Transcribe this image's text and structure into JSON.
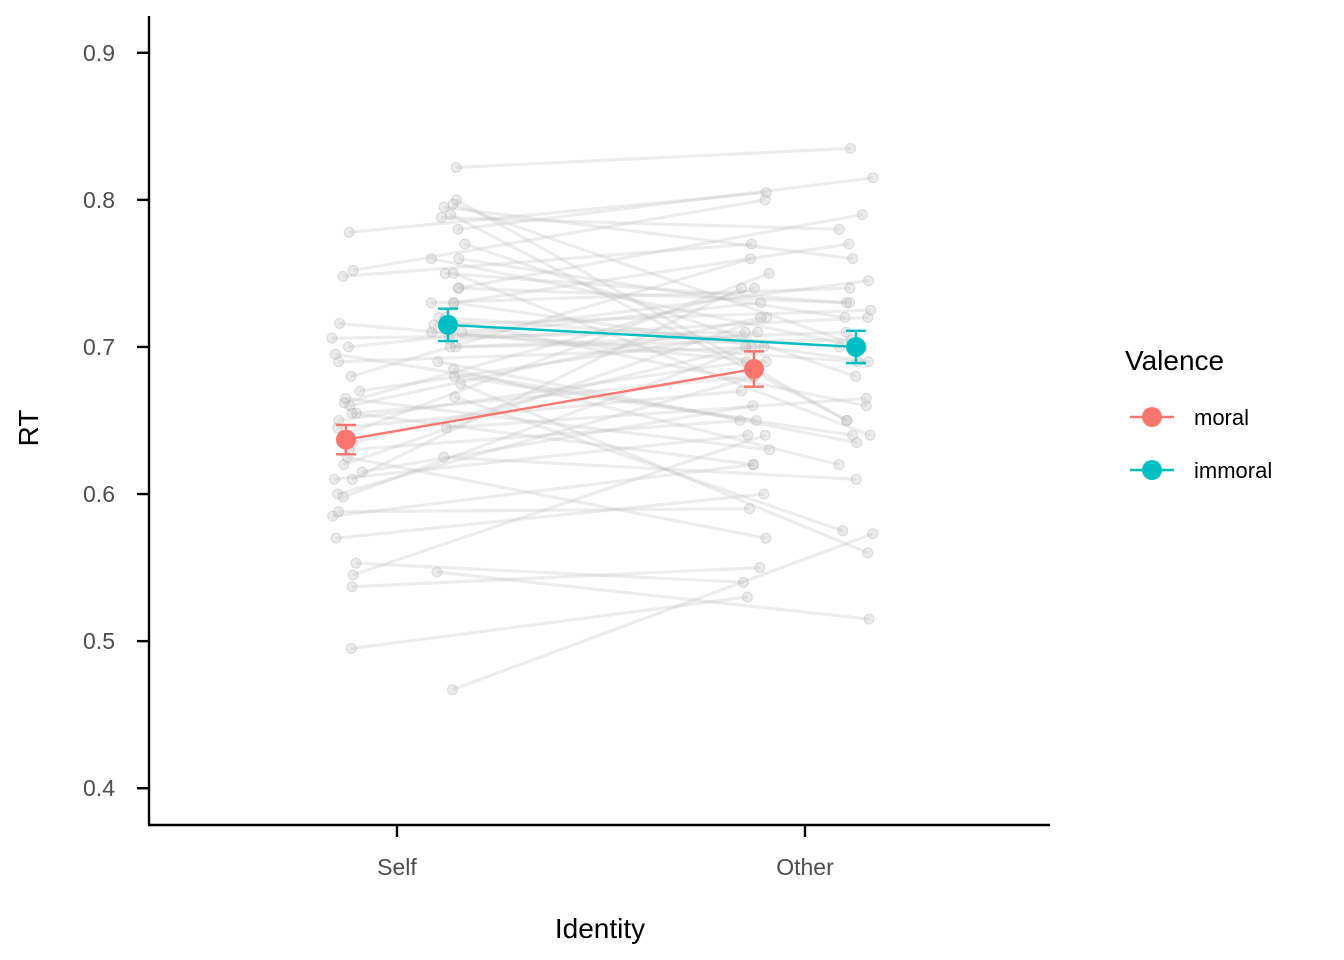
{
  "chart_data": {
    "type": "line",
    "xlabel": "Identity",
    "ylabel": "RT",
    "categories": [
      "Self",
      "Other"
    ],
    "ylim": [
      0.375,
      0.925
    ],
    "yticks": [
      "0.4",
      "0.5",
      "0.6",
      "0.7",
      "0.8",
      "0.9"
    ],
    "grid": false,
    "legend": {
      "title": "Valence",
      "placement": "right",
      "entries": [
        "moral",
        "immoral"
      ]
    },
    "colors": {
      "moral": "#F8766D",
      "immoral": "#00BFC4",
      "subject": "#bdbdbd"
    },
    "series": [
      {
        "name": "moral",
        "x": [
          "Self",
          "Other"
        ],
        "y": [
          0.637,
          0.685
        ],
        "ymin": [
          0.627,
          0.673
        ],
        "ymax": [
          0.647,
          0.697
        ]
      },
      {
        "name": "immoral",
        "x": [
          "Self",
          "Other"
        ],
        "y": [
          0.715,
          0.7
        ],
        "ymin": [
          0.704,
          0.689
        ],
        "ymax": [
          0.726,
          0.711
        ]
      }
    ],
    "subjects": [
      {
        "moral": [
          0.495,
          0.53
        ],
        "immoral": [
          0.467,
          0.573
        ]
      },
      {
        "moral": [
          0.537,
          0.55
        ],
        "immoral": [
          0.547,
          0.515
        ]
      },
      {
        "moral": [
          0.545,
          0.64
        ],
        "immoral": [
          0.822,
          0.835
        ]
      },
      {
        "moral": [
          0.553,
          0.54
        ],
        "immoral": [
          0.79,
          0.65
        ]
      },
      {
        "moral": [
          0.57,
          0.6
        ],
        "immoral": [
          0.675,
          0.56
        ]
      },
      {
        "moral": [
          0.585,
          0.62
        ],
        "immoral": [
          0.7,
          0.705
        ]
      },
      {
        "moral": [
          0.588,
          0.59
        ],
        "immoral": [
          0.71,
          0.745
        ]
      },
      {
        "moral": [
          0.598,
          0.7
        ],
        "immoral": [
          0.76,
          0.72
        ]
      },
      {
        "moral": [
          0.61,
          0.64
        ],
        "immoral": [
          0.625,
          0.61
        ]
      },
      {
        "moral": [
          0.615,
          0.66
        ],
        "immoral": [
          0.8,
          0.65
        ]
      },
      {
        "moral": [
          0.62,
          0.72
        ],
        "immoral": [
          0.74,
          0.73
        ]
      },
      {
        "moral": [
          0.625,
          0.57
        ],
        "immoral": [
          0.666,
          0.575
        ]
      },
      {
        "moral": [
          0.63,
          0.65
        ],
        "immoral": [
          0.68,
          0.64
        ]
      },
      {
        "moral": [
          0.635,
          0.7
        ],
        "immoral": [
          0.795,
          0.76
        ]
      },
      {
        "moral": [
          0.64,
          0.75
        ],
        "immoral": [
          0.72,
          0.7
        ]
      },
      {
        "moral": [
          0.645,
          0.67
        ],
        "immoral": [
          0.685,
          0.62
        ]
      },
      {
        "moral": [
          0.65,
          0.69
        ],
        "immoral": [
          0.75,
          0.73
        ]
      },
      {
        "moral": [
          0.655,
          0.68
        ],
        "immoral": [
          0.705,
          0.72
        ]
      },
      {
        "moral": [
          0.66,
          0.72
        ],
        "immoral": [
          0.71,
          0.69
        ]
      },
      {
        "moral": [
          0.662,
          0.74
        ],
        "immoral": [
          0.73,
          0.77
        ]
      },
      {
        "moral": [
          0.665,
          0.63
        ],
        "immoral": [
          0.69,
          0.635
        ]
      },
      {
        "moral": [
          0.67,
          0.71
        ],
        "immoral": [
          0.76,
          0.7
        ]
      },
      {
        "moral": [
          0.68,
          0.76
        ],
        "immoral": [
          0.74,
          0.79
        ]
      },
      {
        "moral": [
          0.69,
          0.7
        ],
        "immoral": [
          0.77,
          0.68
        ]
      },
      {
        "moral": [
          0.695,
          0.65
        ],
        "immoral": [
          0.73,
          0.69
        ]
      },
      {
        "moral": [
          0.7,
          0.73
        ],
        "immoral": [
          0.715,
          0.725
        ]
      },
      {
        "moral": [
          0.706,
          0.71
        ],
        "immoral": [
          0.645,
          0.665
        ]
      },
      {
        "moral": [
          0.716,
          0.69
        ],
        "immoral": [
          0.72,
          0.66
        ]
      },
      {
        "moral": [
          0.748,
          0.77
        ],
        "immoral": [
          0.73,
          0.74
        ]
      },
      {
        "moral": [
          0.752,
          0.8
        ],
        "immoral": [
          0.78,
          0.815
        ]
      },
      {
        "moral": [
          0.778,
          0.805
        ],
        "immoral": [
          0.788,
          0.78
        ]
      },
      {
        "moral": [
          0.6,
          0.68
        ],
        "immoral": [
          0.797,
          0.7
        ]
      },
      {
        "moral": [
          0.655,
          0.62
        ],
        "immoral": [
          0.75,
          0.64
        ]
      },
      {
        "moral": [
          0.61,
          0.74
        ],
        "immoral": [
          0.7,
          0.71
        ]
      }
    ]
  }
}
